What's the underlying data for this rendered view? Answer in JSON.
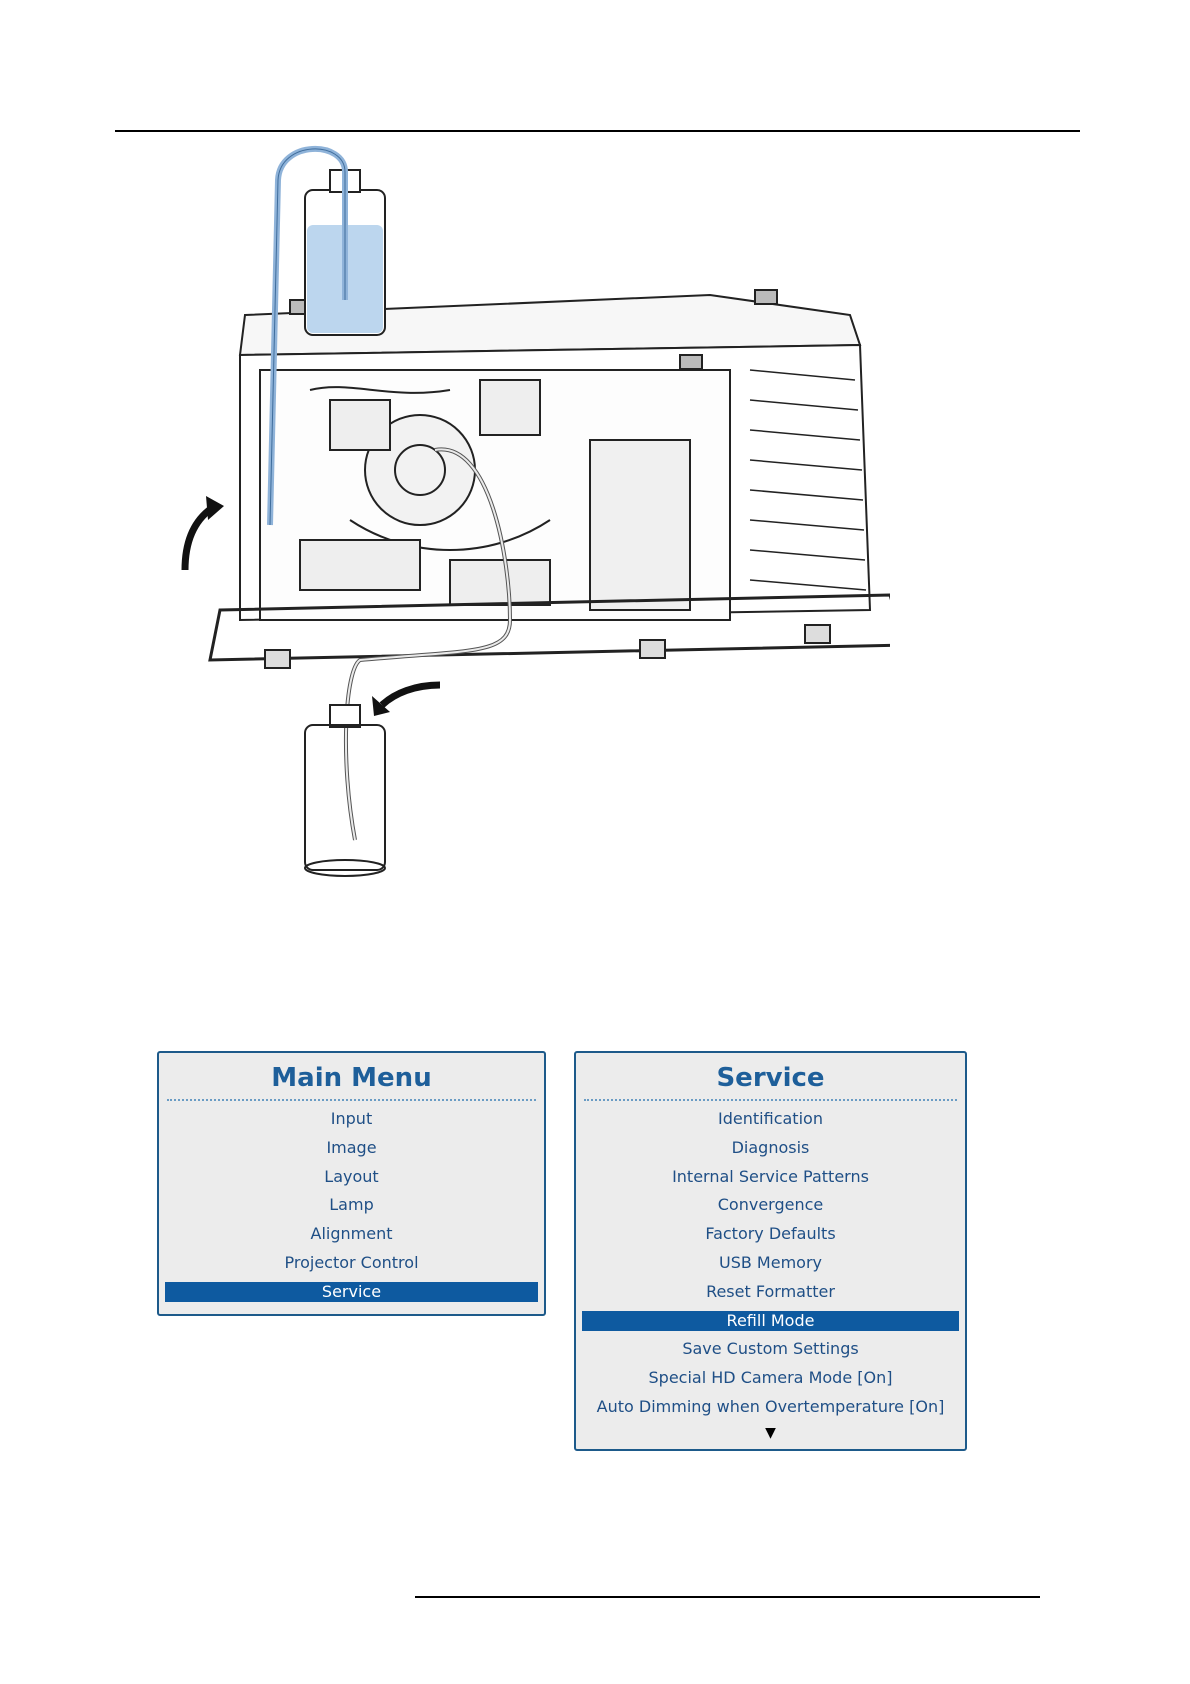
{
  "main_menu": {
    "title": "Main Menu",
    "items": [
      "Input",
      "Image",
      "Layout",
      "Lamp",
      "Alignment",
      "Projector Control",
      "Service"
    ],
    "selected_index": 6
  },
  "service_menu": {
    "title": "Service",
    "items": [
      "Identification",
      "Diagnosis",
      "Internal Service Patterns",
      "Convergence",
      "Factory Defaults",
      "USB Memory",
      "Reset Formatter",
      "Refill Mode",
      "Save Custom Settings",
      "Special HD Camera Mode [On]",
      "Auto Dimming when Overtemperature [On]"
    ],
    "selected_index": 7,
    "more_icon": "triangle-down-icon"
  },
  "colors": {
    "menu_accent": "#1e5f9a",
    "selection": "#0e5aa0",
    "coolant_tube": "#8fb3d9"
  }
}
